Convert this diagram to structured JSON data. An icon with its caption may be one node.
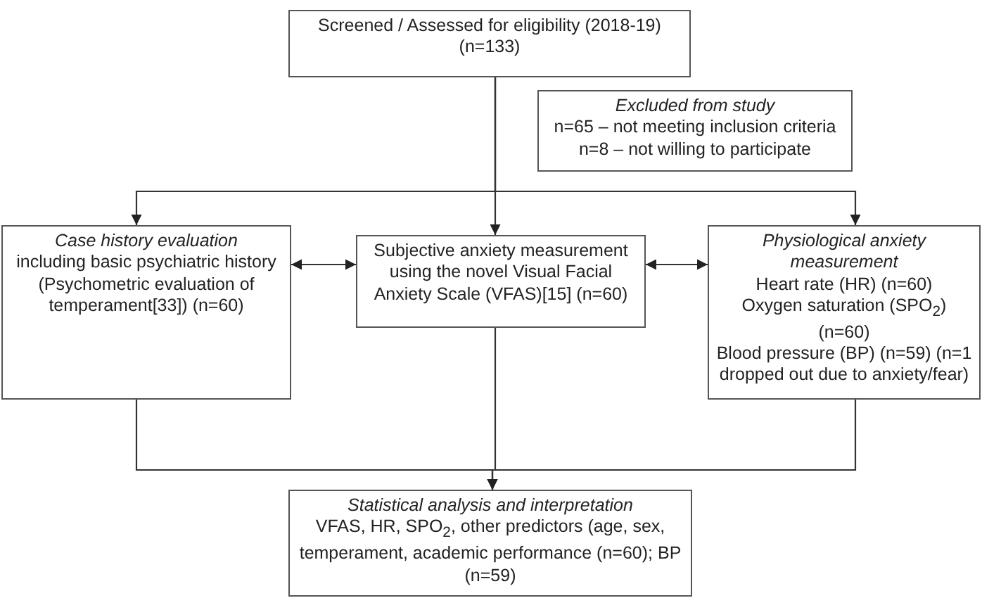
{
  "diagram": {
    "nodes": [
      {
        "text": [
          "Screened / Assessed for eligibility (2018-19) (n=133)"
        ]
      },
      {
        "text": [
          "Excluded from study",
          "n=65 – not meeting inclusion criteria",
          "n=8 – not willing to participate"
        ]
      },
      {
        "text": [
          "Case history evaluation",
          "including basic psychiatric history (Psychometric evaluation of temperament[33]) (n=60)"
        ]
      },
      {
        "text": [
          "Subjective anxiety measurement using the novel Visual Facial Anxiety Scale (VFAS)[15] (n=60)"
        ]
      },
      {
        "text": [
          "Physiological anxiety measurement",
          "Heart rate (HR) (n=60)",
          "Oxygen saturation (SPO$_{2}$) (n=60)",
          "Blood pressure (BP) (n=59) (n=1 dropped out due to anxiety/fear)"
        ]
      },
      {
        "text": [
          "Statistical analysis and interpretation",
          "VFAS, HR, SPO$_{2}$, other predictors (age, sex, temperament, academic performance (n=60); BP (n=59)"
        ]
      }
    ],
    "edges": [
      {
        "from": 0,
        "to": 2,
        "arrow": "to"
      },
      {
        "from": 0,
        "to": 3,
        "arrow": "to"
      },
      {
        "from": 0,
        "to": 4,
        "arrow": "to"
      },
      {
        "from": 2,
        "to": 3,
        "arrow": "both"
      },
      {
        "from": 3,
        "to": 4,
        "arrow": "both"
      },
      {
        "from": 2,
        "to": 5,
        "arrow": "to"
      },
      {
        "from": 3,
        "to": 5,
        "arrow": "to"
      },
      {
        "from": 4,
        "to": 5,
        "arrow": "to"
      }
    ]
  }
}
